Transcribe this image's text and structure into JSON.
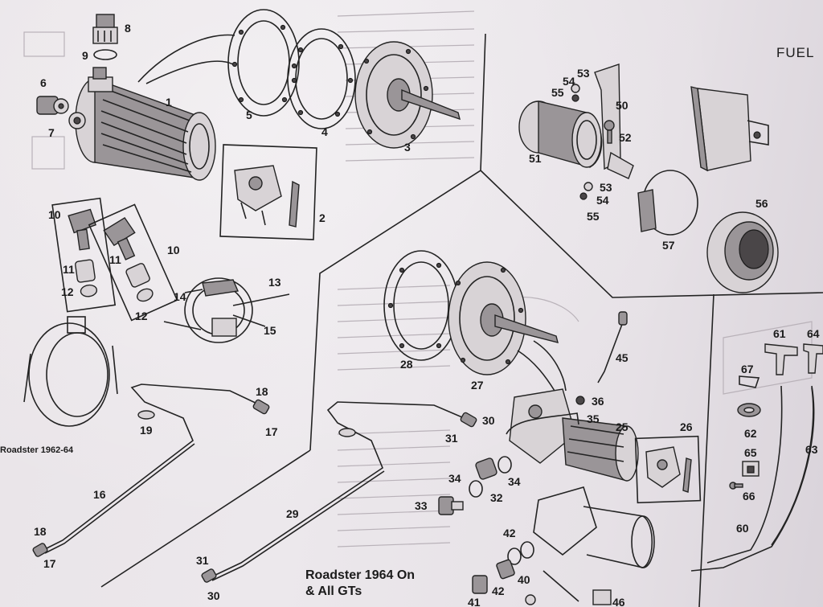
{
  "page": {
    "section_title": "FUEL",
    "caption_left": "Roadster 1962-64",
    "caption_center_line1": "Roadster 1964 On",
    "caption_center_line2": "& All GTs"
  },
  "callouts": {
    "c1": "1",
    "c2": "2",
    "c3": "3",
    "c4": "4",
    "c5": "5",
    "c6": "6",
    "c7": "7",
    "c8": "8",
    "c9": "9",
    "c10a": "10",
    "c10b": "10",
    "c11a": "11",
    "c11b": "11",
    "c12a": "12",
    "c12b": "12",
    "c13": "13",
    "c14": "14",
    "c15": "15",
    "c16": "16",
    "c17a": "17",
    "c17b": "17",
    "c18a": "18",
    "c18b": "18",
    "c19": "19",
    "c25": "25",
    "c26": "26",
    "c27": "27",
    "c28": "28",
    "c29": "29",
    "c30a": "30",
    "c30b": "30",
    "c31a": "31",
    "c31b": "31",
    "c32": "32",
    "c33": "33",
    "c34a": "34",
    "c34b": "34",
    "c35": "35",
    "c36": "36",
    "c40": "40",
    "c41": "41",
    "c42a": "42",
    "c42b": "42",
    "c45": "45",
    "c46": "46",
    "c50": "50",
    "c51": "51",
    "c52": "52",
    "c53a": "53",
    "c53b": "53",
    "c54a": "54",
    "c54b": "54",
    "c55a": "55",
    "c55b": "55",
    "c56": "56",
    "c57": "57",
    "c60": "60",
    "c61": "61",
    "c62": "62",
    "c63": "63",
    "c64": "64",
    "c65": "65",
    "c66": "66",
    "c67": "67"
  }
}
